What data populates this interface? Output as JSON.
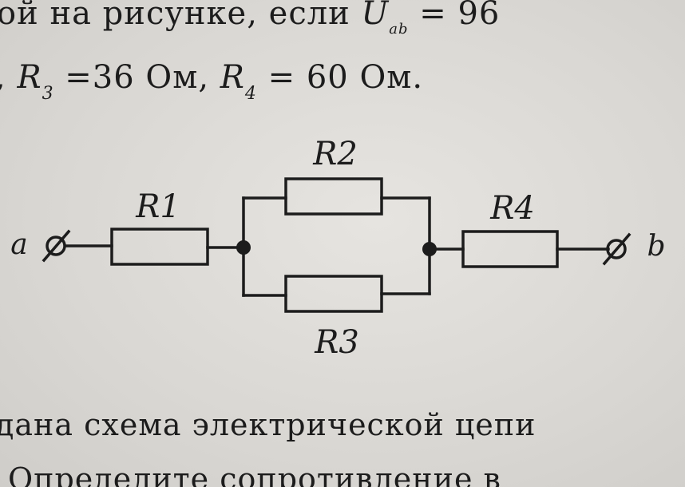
{
  "text": {
    "line1_prefix": "ой на рисунке, если",
    "line1_var": "U",
    "line1_sub": "ab",
    "line1_suffix": "= 96",
    "line2_prefix": ",",
    "line2_r3": "R",
    "line2_r3_sub": "3",
    "line2_r3_val": "=36 Ом,",
    "line2_r4": "R",
    "line2_r4_sub": "4",
    "line2_r4_val": "= 60 Ом.",
    "line3": "дана схема электрической цепи",
    "line4": "Определите сопротивление в"
  },
  "circuit": {
    "terminal_a": "a",
    "terminal_b": "b",
    "resistors": [
      {
        "id": "r1",
        "label": "R1"
      },
      {
        "id": "r2",
        "label": "R2"
      },
      {
        "id": "r3",
        "label": "R3"
      },
      {
        "id": "r4",
        "label": "R4"
      }
    ],
    "line_color": "#1c1c1c"
  }
}
